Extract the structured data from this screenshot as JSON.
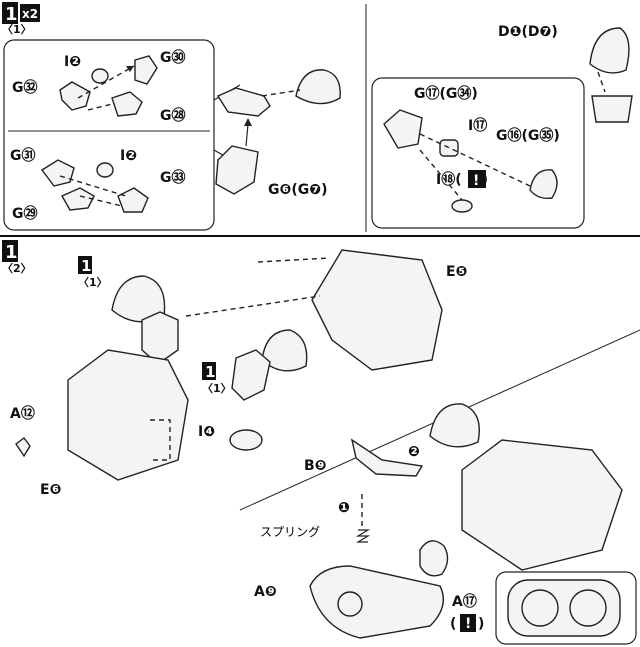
{
  "step1": {
    "number": "1",
    "sub": "〈1〉",
    "multiplier": "x2",
    "left_box": {
      "upper": {
        "i": "I❷",
        "g1": "G㉜",
        "g2": "G㉚",
        "g3": "G㉘"
      },
      "lower": {
        "g1": "G㉛",
        "i": "I❷",
        "g2": "G㉝",
        "g3": "G㉙"
      }
    },
    "g6_label": "G❻(G❼)",
    "d_label": "D❶(D❼)",
    "right_box": {
      "g_left": "G⑰(G㉞)",
      "i1": "I⑰",
      "g_right": "G⑯(G㉟)",
      "i2_pre": "I⑱(",
      "i2_post": ")",
      "warn": "!"
    }
  },
  "step2": {
    "number": "1",
    "sub": "〈2〉",
    "callout1": {
      "number": "1",
      "sub": "〈1〉"
    },
    "callout2": {
      "number": "1",
      "sub": "〈1〉"
    },
    "e5": "E❺",
    "a12": "A⑫",
    "e6": "E❻",
    "i4": "I❹",
    "b9": "B❾",
    "spring": "スプリング",
    "a9": "A❾",
    "a17": "A⑰",
    "warn": "!",
    "arrow1": "❶",
    "arrow2": "❷"
  }
}
